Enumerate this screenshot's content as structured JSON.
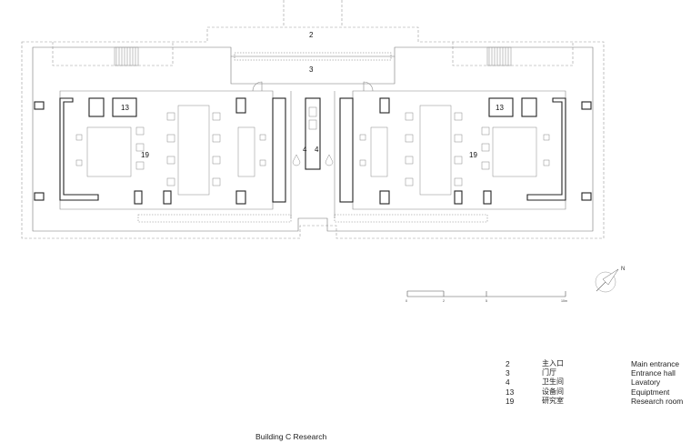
{
  "plan": {
    "room_labels": {
      "main_entrance": "2",
      "entrance_hall": "3",
      "lavatory_left": "4",
      "lavatory_right": "4",
      "equipment_left": "13",
      "equipment_right": "13",
      "research_left": "19",
      "research_right": "19"
    },
    "north_label": "N",
    "scale_ticks": [
      "0",
      "2",
      "5",
      "10m"
    ]
  },
  "legend": [
    {
      "num": "2",
      "cn": "主入口",
      "en": "Main entrance"
    },
    {
      "num": "3",
      "cn": "门厅",
      "en": "Entrance hall"
    },
    {
      "num": "4",
      "cn": "卫生间",
      "en": "Lavatory"
    },
    {
      "num": "13",
      "cn": "设备间",
      "en": "Equiptment"
    },
    {
      "num": "19",
      "cn": "研究室",
      "en": "Research room"
    }
  ],
  "caption": "Building C   Research"
}
